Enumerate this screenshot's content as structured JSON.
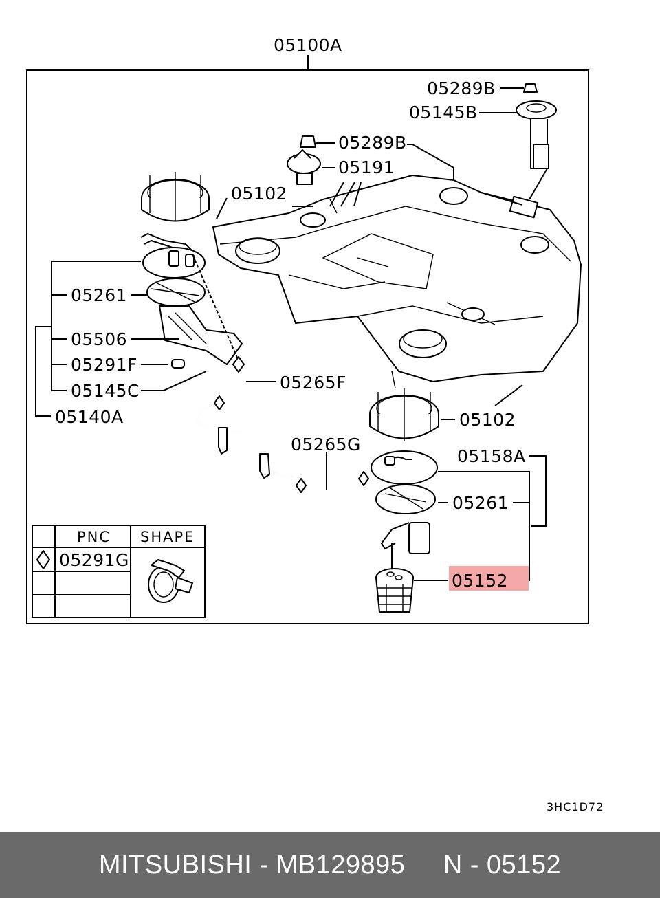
{
  "diagram": {
    "assembly_label": "05100A",
    "labels": {
      "nut_top_right": "05289B",
      "sender_top_right": "05145B",
      "nut_center": "05289B",
      "cap_center": "05191",
      "ring_upper_left": "05102",
      "ring_lower_right": "05102",
      "gasket_upper_left": "05261",
      "gasket_lower_right": "05261",
      "bracket_left": "05506",
      "clip_left": "05291F",
      "sender_left": "05145C",
      "assembly_left": "05140A",
      "hose_f": "05265F",
      "hose_g": "05265G",
      "pump_assembly": "05158A",
      "highlight_part": "05152"
    },
    "highlight_color": "#f4a8a8",
    "table": {
      "headers": [
        "PNC",
        "SHAPE"
      ],
      "rows": [
        {
          "marker": "diamond-icon",
          "pnc": "05291G"
        },
        {
          "marker": "",
          "pnc": ""
        },
        {
          "marker": "",
          "pnc": ""
        }
      ]
    },
    "diagram_code": "3HC1D72"
  },
  "footer": {
    "text": "MITSUBISHI - MB129895     N - 05152",
    "background": "#6a6a6a"
  }
}
